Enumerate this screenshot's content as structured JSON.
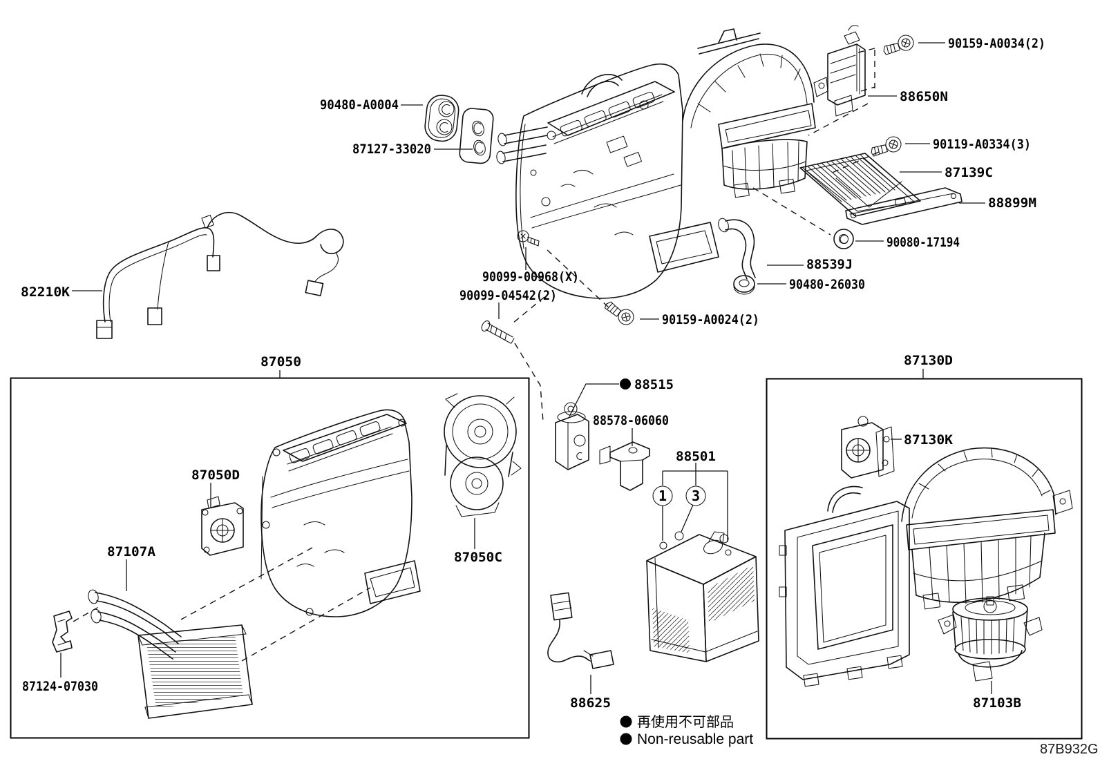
{
  "diagram": {
    "code": "87B932G",
    "legend": {
      "jp": "再使用不可部品",
      "en": "Non-reusable part"
    },
    "callout_1": "1",
    "callout_3": "3"
  },
  "labels": {
    "l_90480_a0004": "90480-A0004",
    "l_87127_33020": "87127-33020",
    "l_90159_a0034": "90159-A0034(2)",
    "l_88650n": "88650N",
    "l_90119_a0334": "90119-A0334(3)",
    "l_87139c": "87139C",
    "l_88899m": "88899M",
    "l_90080_17194": "90080-17194",
    "l_88539j": "88539J",
    "l_90480_26030": "90480-26030",
    "l_90099_00968": "90099-00968(X)",
    "l_90099_04542": "90099-04542(2)",
    "l_90159_a0024": "90159-A0024(2)",
    "l_82210k": "82210K",
    "l_87050": "87050",
    "l_88515": "88515",
    "l_88578_06060": "88578-06060",
    "l_88501": "88501",
    "l_87130d": "87130D",
    "l_87130k": "87130K",
    "l_87050d": "87050D",
    "l_87107a": "87107A",
    "l_87050c": "87050C",
    "l_87124_07030": "87124-07030",
    "l_88625": "88625",
    "l_87103b": "87103B"
  }
}
